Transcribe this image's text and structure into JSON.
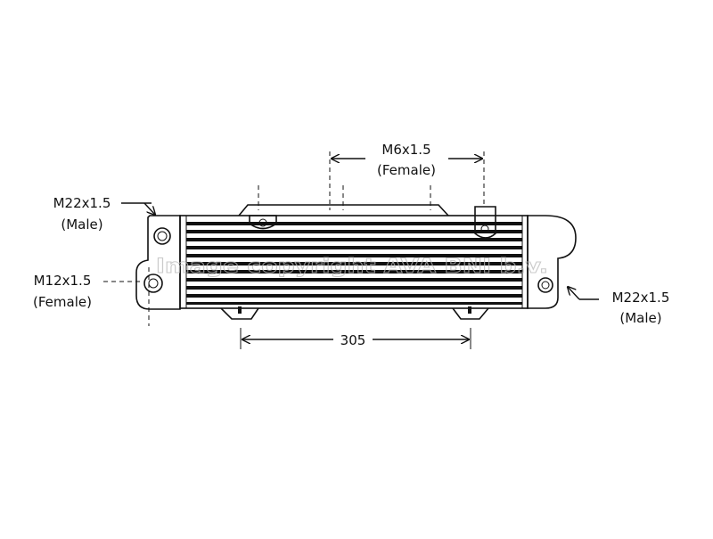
{
  "labels": {
    "top_thread": "M6x1.5",
    "top_gender": "(Female)",
    "left_upper_thread": "M22x1.5",
    "left_upper_gender": "(Male)",
    "left_lower_thread": "M12x1.5",
    "left_lower_gender": "(Female)",
    "right_thread": "M22x1.5",
    "right_gender": "(Male)",
    "dimension": "305"
  },
  "watermark": "Image copyright AVA BNI b.v."
}
